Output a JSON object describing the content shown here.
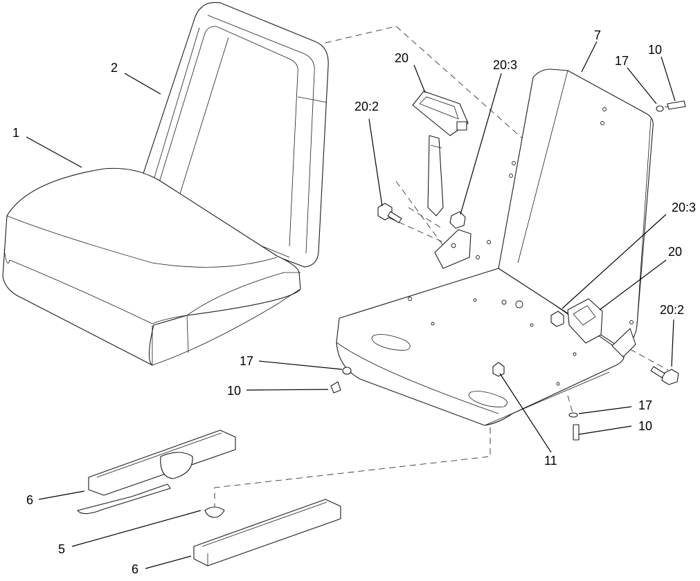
{
  "callouts": {
    "c1": "1",
    "c2": "2",
    "c5": "5",
    "c6a": "6",
    "c6b": "6",
    "c7": "7",
    "c10a": "10",
    "c10b": "10",
    "c10c": "10",
    "c11": "11",
    "c17a": "17",
    "c17b": "17",
    "c17c": "17",
    "c20a": "20",
    "c20b": "20",
    "c20_2a": "20:2",
    "c20_2b": "20:2",
    "c20_3a": "20:3",
    "c20_3b": "20:3"
  }
}
